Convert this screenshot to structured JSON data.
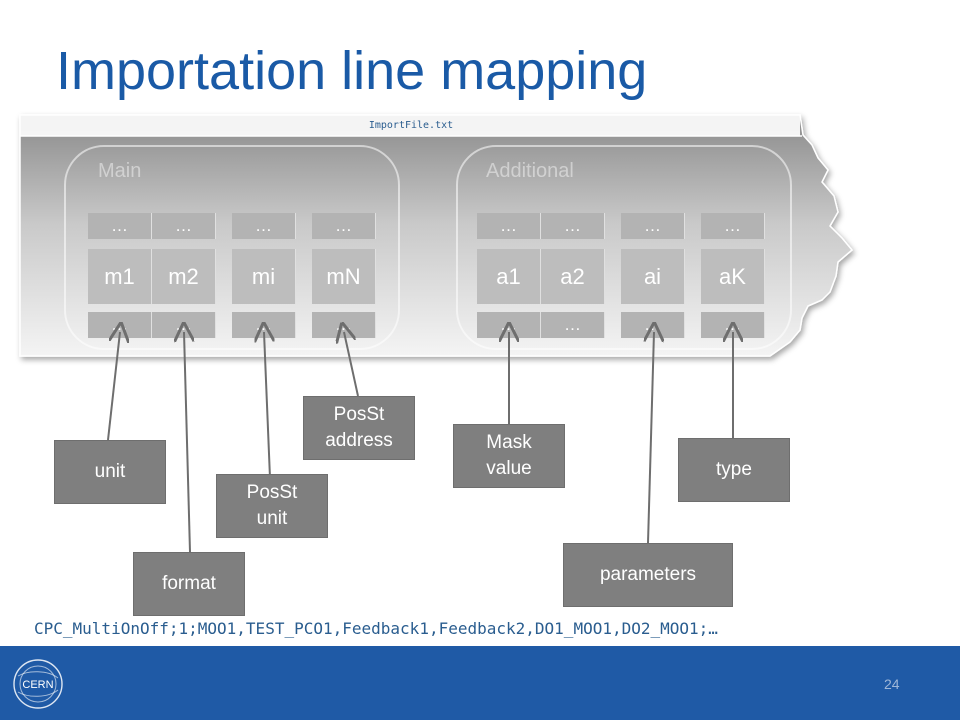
{
  "slide": {
    "title": "Importation line mapping",
    "page_number": "24",
    "csv_line": "CPC_MultiOnOff;1;MOO1,TEST_PCO1,Feedback1,Feedback2,DO1_MOO1,DO2_MOO1;…"
  },
  "file": {
    "name": "ImportFile.txt"
  },
  "groups": {
    "main": {
      "label": "Main",
      "cells_mid": [
        "m1",
        "m2",
        "mi",
        "mN"
      ],
      "ellipsis": "…"
    },
    "additional": {
      "label": "Additional",
      "cells_mid": [
        "a1",
        "a2",
        "ai",
        "aK"
      ],
      "ellipsis": "…"
    }
  },
  "labels": {
    "unit": "unit",
    "format": "format",
    "posst_unit_1": "PosSt",
    "posst_unit_2": "unit",
    "posst_address_1": "PosSt",
    "posst_address_2": "address",
    "mask_value_1": "Mask",
    "mask_value_2": "value",
    "parameters": "parameters",
    "type": "type"
  },
  "logo": {
    "text": "CERN"
  },
  "colors": {
    "title": "#1a5aa6",
    "footer": "#1f5aa6",
    "label_box": "#7f7f7f",
    "csv_text": "#2a5d8f"
  }
}
